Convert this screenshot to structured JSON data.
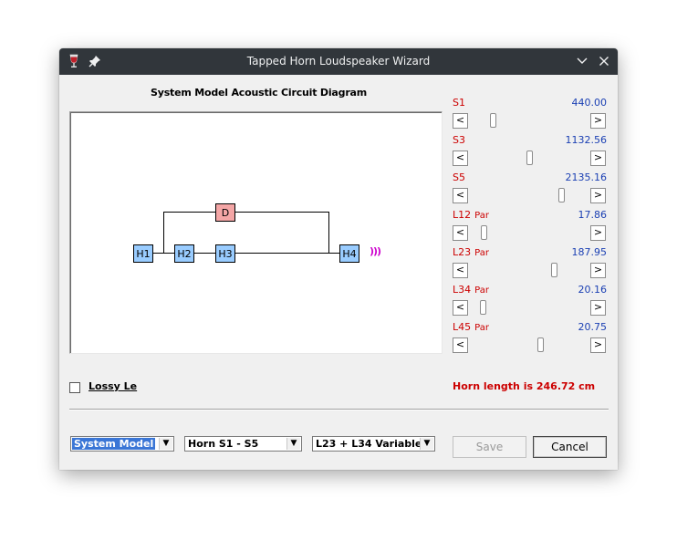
{
  "window": {
    "title": "Tapped Horn Loudspeaker Wizard"
  },
  "diagram": {
    "title": "System Model Acoustic Circuit Diagram",
    "nodes": {
      "h1": "H1",
      "h2": "H2",
      "h3": "H3",
      "h4": "H4",
      "d": "D"
    },
    "sound": ")))"
  },
  "params": [
    {
      "name": "S1",
      "par": "",
      "value": "440.00",
      "position": 0.18
    },
    {
      "name": "S3",
      "par": "",
      "value": "1132.56",
      "position": 0.5
    },
    {
      "name": "S5",
      "par": "",
      "value": "2135.16",
      "position": 0.79
    },
    {
      "name": "L12",
      "par": "Par",
      "value": "17.86",
      "position": 0.1
    },
    {
      "name": "L23",
      "par": "Par",
      "value": "187.95",
      "position": 0.72
    },
    {
      "name": "L34",
      "par": "Par",
      "value": "20.16",
      "position": 0.09
    },
    {
      "name": "L45",
      "par": "Par",
      "value": "20.75",
      "position": 0.6
    }
  ],
  "lossy": {
    "label": "Lossy Le",
    "checked": false
  },
  "horn_length": "Horn length is 246.72 cm",
  "combos": {
    "model": "System Model",
    "horn": "Horn S1 - S5",
    "variable": "L23 + L34 Variable"
  },
  "buttons": {
    "save": "Save",
    "cancel": "Cancel"
  },
  "colors": {
    "titlebar": "#31363b",
    "param_label": "#cc0000",
    "param_value": "#1a3fb3",
    "node": "#99ccff",
    "driver": "#f4a6a6",
    "sound": "#cc00cc"
  }
}
